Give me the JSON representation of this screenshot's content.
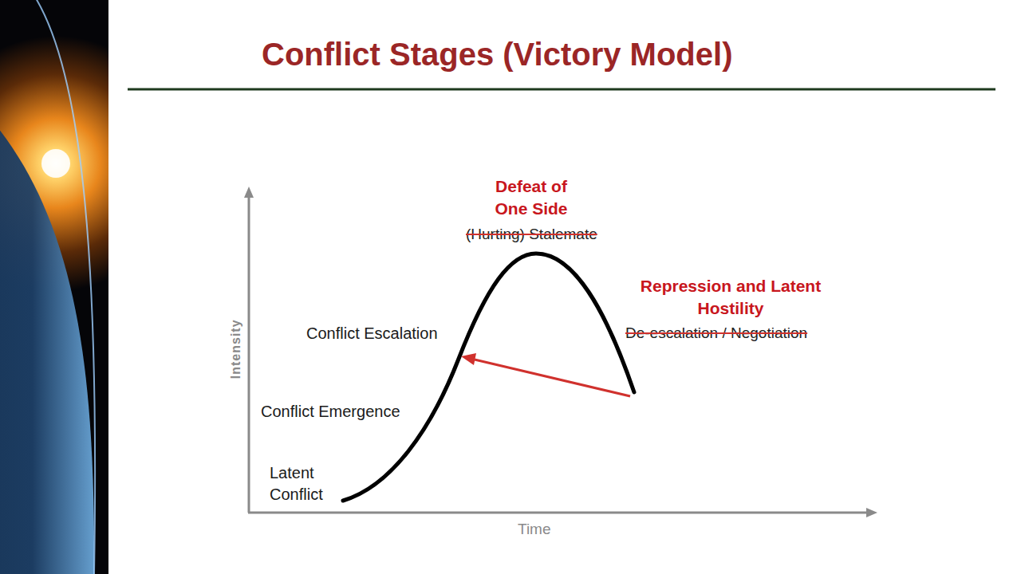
{
  "diagram": {
    "title": "Conflict Stages (Victory Model)",
    "labels": [
      "Defeat of One Side",
      "(Hurting) Stalemate",
      "Repression and Latent Hostility",
      "De-escalation / Negotiation",
      "Conflict Escalation",
      "Conflict Emergence",
      "Latent Conflict",
      "Intensity",
      "Time"
    ]
  }
}
